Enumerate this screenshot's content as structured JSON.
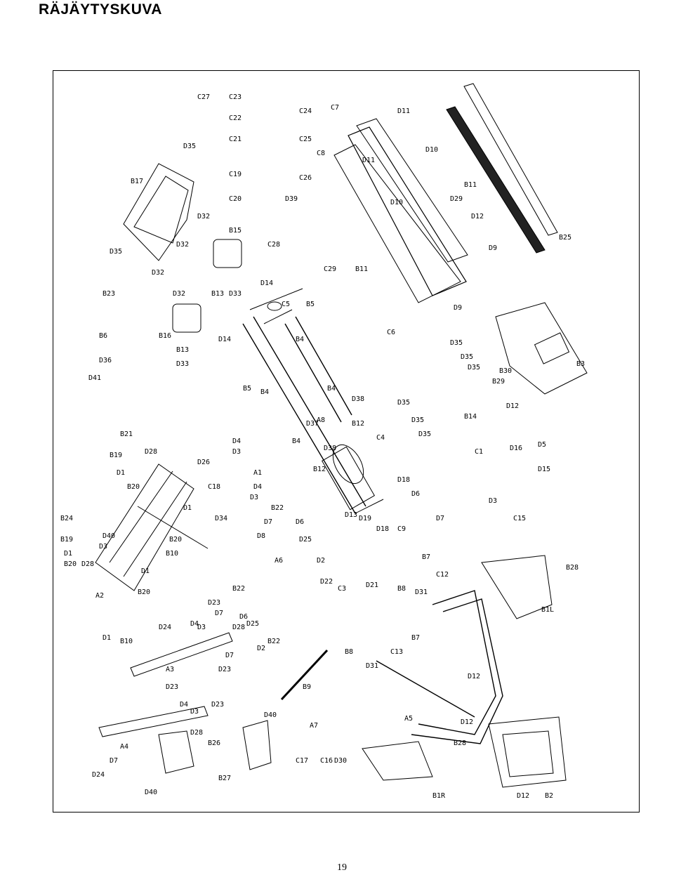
{
  "page": {
    "title": "RÄJÄYTYSKUVA",
    "page_number": "19"
  },
  "diagram": {
    "type": "exploded-parts-view",
    "labels": [
      "C27",
      "C23",
      "C22",
      "C21",
      "C19",
      "C20",
      "C24",
      "C25",
      "C26",
      "D39",
      "C28",
      "C7",
      "C8",
      "D11",
      "D10",
      "B11",
      "D29",
      "D12",
      "D9",
      "B25",
      "B17",
      "D35",
      "B15",
      "D32",
      "B23",
      "B13",
      "D33",
      "D14",
      "C5",
      "B5",
      "C29",
      "B6",
      "B16",
      "D36",
      "D41",
      "B4",
      "C6",
      "B3",
      "D38",
      "B12",
      "D37",
      "A8",
      "C4",
      "B14",
      "B29",
      "B30",
      "B21",
      "D28",
      "B19",
      "D1",
      "B20",
      "D26",
      "D4",
      "D3",
      "A1",
      "C18",
      "D18",
      "D6",
      "C1",
      "D16",
      "D5",
      "D15",
      "B24",
      "D34",
      "D8",
      "D7",
      "D25",
      "D2",
      "D22",
      "A6",
      "D13",
      "D19",
      "C9",
      "C15",
      "B8",
      "C3",
      "D21",
      "C12",
      "B7",
      "B28",
      "D31",
      "B1L",
      "A2",
      "D23",
      "D24",
      "B10",
      "B22",
      "C13",
      "A3",
      "B9",
      "D40",
      "A7",
      "C17",
      "C16",
      "D30",
      "A5",
      "A4",
      "B26",
      "B27",
      "B1R",
      "B2"
    ]
  }
}
